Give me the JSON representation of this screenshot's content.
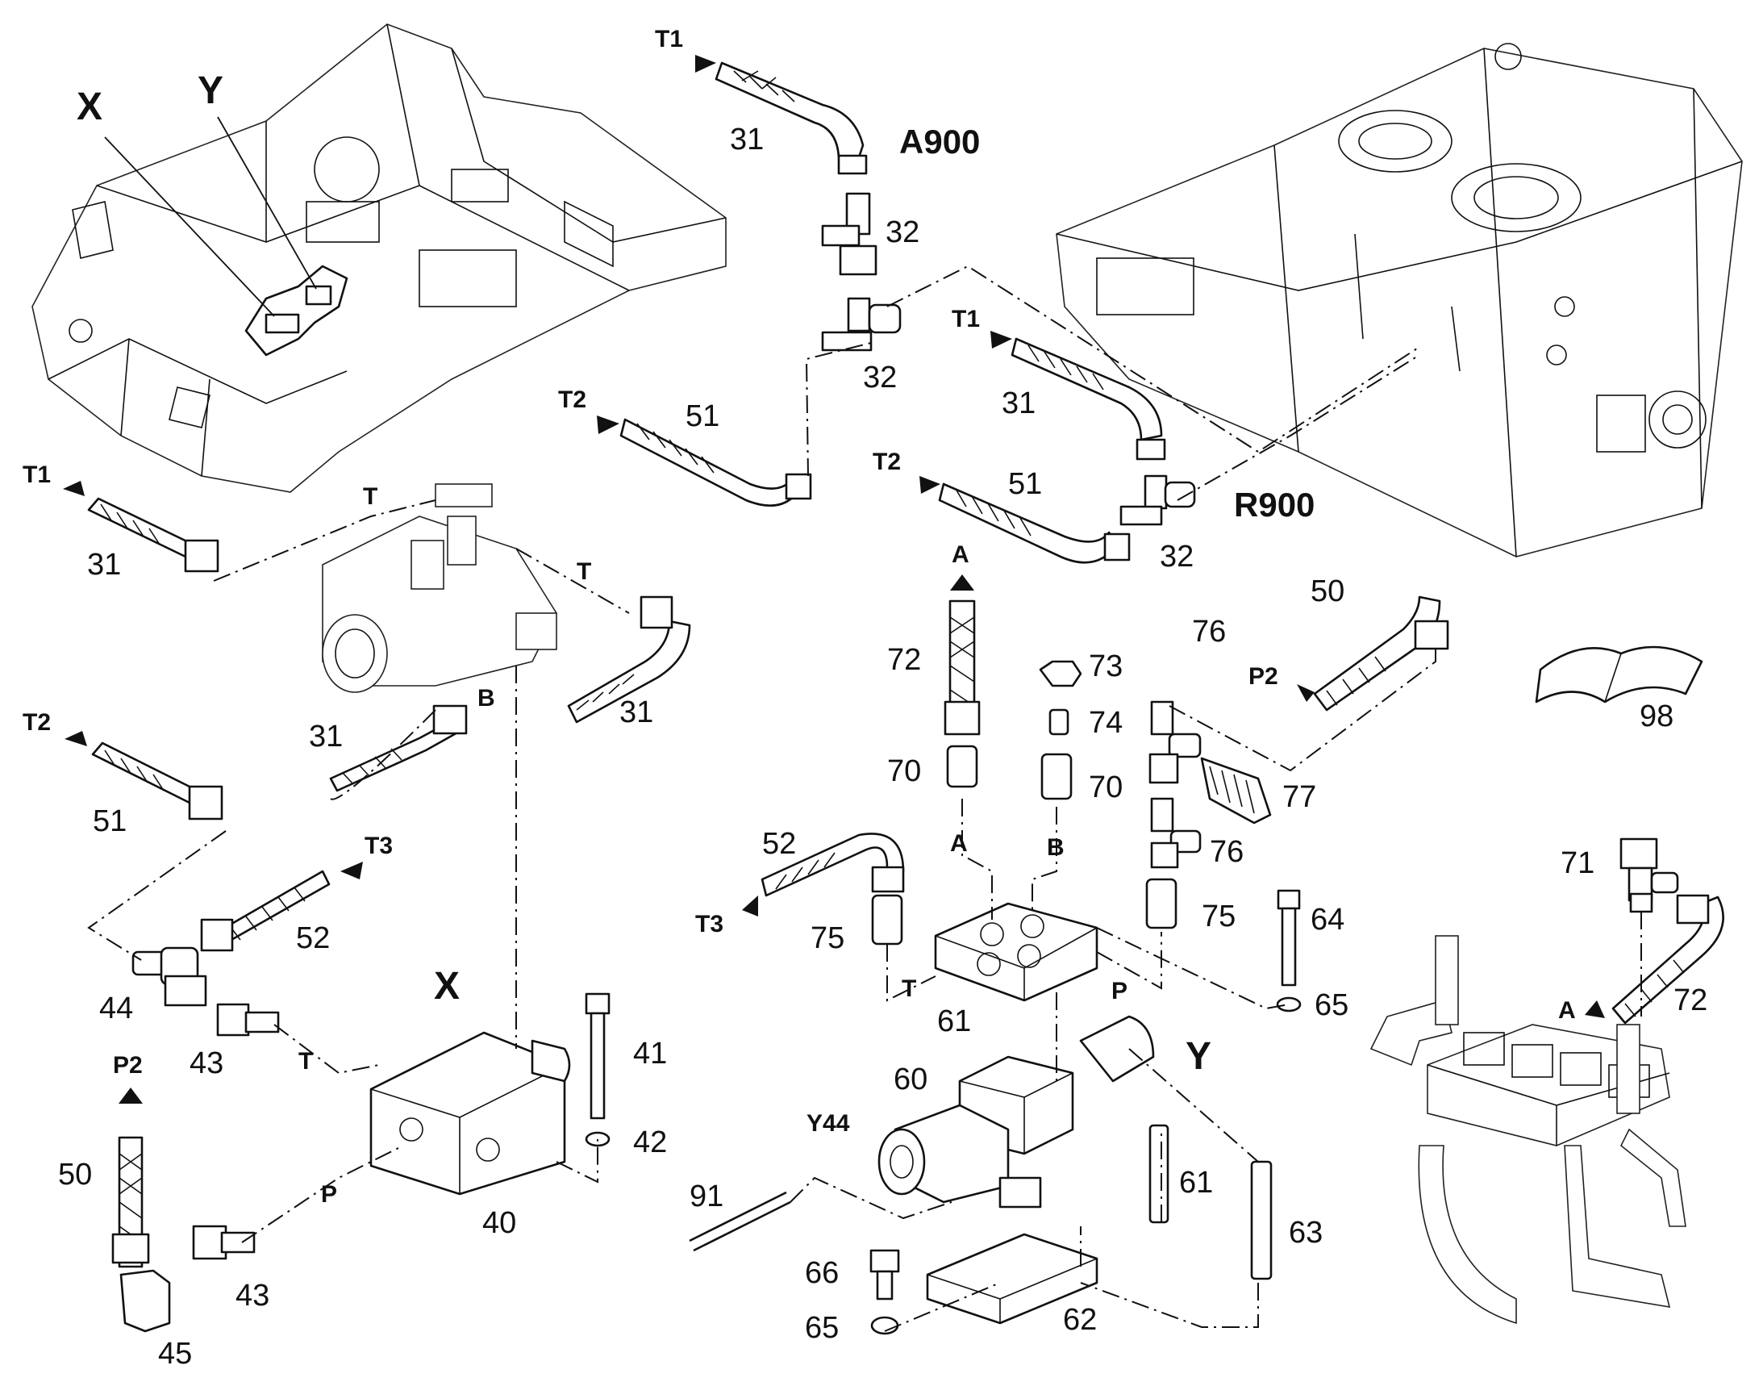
{
  "callouts": {
    "c31a": "31",
    "c31b": "31",
    "c31c": "31",
    "c31d": "31",
    "c31e": "31",
    "c32a": "32",
    "c32b": "32",
    "c32c": "32",
    "c51a": "51",
    "c51b": "51",
    "c51c": "51",
    "c52a": "52",
    "c52b": "52",
    "c50a": "50",
    "c50b": "50",
    "c40": "40",
    "c41": "41",
    "c42": "42",
    "c43a": "43",
    "c43b": "43",
    "c44": "44",
    "c45": "45",
    "c60": "60",
    "c61a": "61",
    "c61b": "61",
    "c62": "62",
    "c63": "63",
    "c64": "64",
    "c65a": "65",
    "c65b": "65",
    "c66": "66",
    "c70a": "70",
    "c70b": "70",
    "c71": "71",
    "c72a": "72",
    "c72b": "72",
    "c73": "73",
    "c74": "74",
    "c75a": "75",
    "c75b": "75",
    "c76a": "76",
    "c76b": "76",
    "c77": "77",
    "c91": "91",
    "c98": "98"
  },
  "ports": {
    "T1a": "T1",
    "T1b": "T1",
    "T1c": "T1",
    "T2a": "T2",
    "T2b": "T2",
    "T2c": "T2",
    "T3a": "T3",
    "T3b": "T3",
    "P2a": "P2",
    "P2b": "P2",
    "Aa": "A",
    "Ab": "A",
    "Ac": "A",
    "Ba": "B",
    "Bb": "B",
    "Ta": "T",
    "Tb": "T",
    "Tc": "T",
    "Td": "T",
    "Pa": "P",
    "Pb": "P"
  },
  "views": {
    "x_top": "X",
    "y_top": "Y",
    "x_main": "X",
    "y_main": "Y"
  },
  "components": {
    "a900": "A900",
    "r900": "R900",
    "y44": "Y44"
  }
}
